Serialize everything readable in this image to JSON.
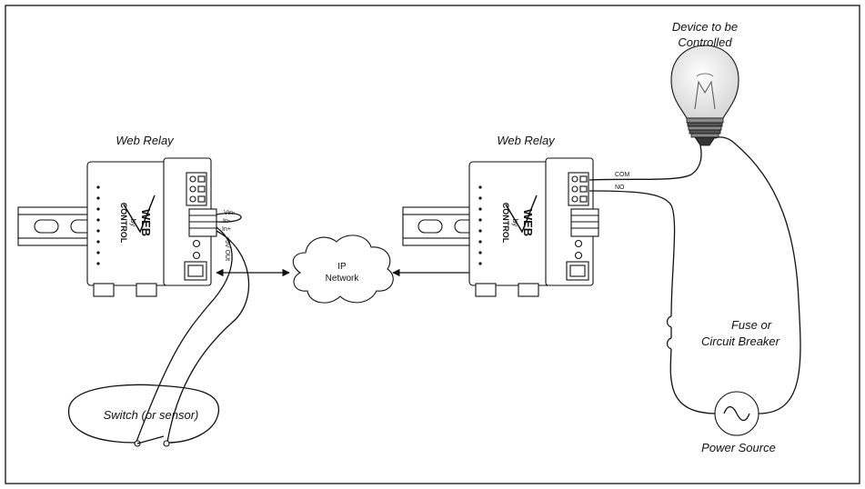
{
  "labels": {
    "relay_left_title": "Web Relay",
    "relay_right_title": "Web Relay",
    "network": [
      "IP",
      "Network"
    ],
    "switch_label": "Switch (or sensor)",
    "device_label": [
      "Device to be",
      "Controlled"
    ],
    "fuse_label": [
      "Fuse or",
      "Circuit Breaker"
    ],
    "power_label": "Power Source",
    "term_vin": "Vin-",
    "term_in_minus": "In-",
    "term_in_plus": "In+",
    "term_5v": "+5V OUt",
    "term_com": "COM",
    "term_no": "NO",
    "brand_lines": [
      "CONTROL",
      "by",
      "WEB"
    ]
  },
  "colors": {
    "stroke": "#111111",
    "background": "#ffffff",
    "bulb_glass": "#f2f2f2"
  }
}
